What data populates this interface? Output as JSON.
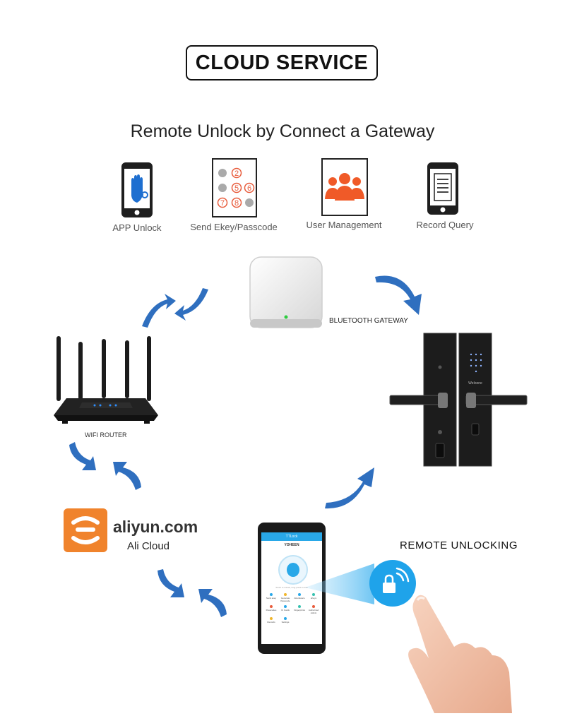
{
  "header": {
    "title": "CLOUD SERVICE"
  },
  "subtitle": "Remote Unlock by Connect a Gateway",
  "features": [
    {
      "label": "APP Unlock",
      "icon": "phone-hand-key-icon"
    },
    {
      "label": "Send Ekey/Passcode",
      "icon": "keypad-icon",
      "keys": [
        "2",
        "5",
        "6",
        "7",
        "8"
      ]
    },
    {
      "label": "User Management",
      "icon": "users-icon"
    },
    {
      "label": "Record Query",
      "icon": "phone-document-icon"
    }
  ],
  "devices": {
    "gateway_label": "BLUETOOTH GATEWAY",
    "router_label": "WIFI ROUTER",
    "lock_brand": "Weloone"
  },
  "ali": {
    "main": "aliyun.com",
    "sub": "Ali Cloud"
  },
  "phone": {
    "app_title": "TTLock",
    "lock_name": "YOHEEN",
    "hint": "Touch to unlock, long press to lock",
    "menu": [
      "Send ekey",
      "Generate Passcode",
      "Attendance",
      "eKeys",
      "Passcodes",
      "IC Cards",
      "Fingerprints",
      "Authorized Admin",
      "Records",
      "Settings"
    ]
  },
  "remote": {
    "label": "REMOTE UNLOCKING"
  },
  "colors": {
    "arrow": "#2f6fbf",
    "accent_orange": "#f0832c",
    "app_blue": "#29a8e8",
    "keypad_red": "#e85c3c"
  }
}
